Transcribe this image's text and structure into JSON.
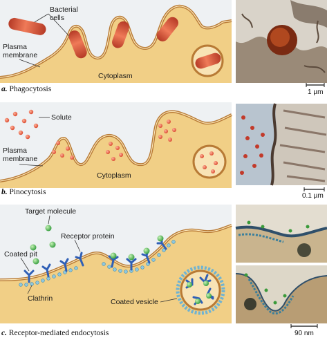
{
  "panels": {
    "a": {
      "letter": "a.",
      "caption": "Phagocytosis",
      "labels": {
        "bacterial_cells": "Bacterial\ncells",
        "plasma_membrane": "Plasma\nmembrane",
        "cytoplasm": "Cytoplasm"
      },
      "scale_bar": "1 µm"
    },
    "b": {
      "letter": "b.",
      "caption": "Pinocytosis",
      "labels": {
        "solute": "Solute",
        "plasma_membrane": "Plasma\nmembrane",
        "cytoplasm": "Cytoplasm"
      },
      "scale_bar": "0.1 µm"
    },
    "c": {
      "letter": "c.",
      "caption": "Receptor-mediated endocytosis",
      "labels": {
        "target_molecule": "Target molecule",
        "receptor_protein": "Receptor protein",
        "coated_pit": "Coated pit",
        "clathrin": "Clathrin",
        "coated_vesicle": "Coated vesicle"
      },
      "scale_bar": "90 nm"
    }
  },
  "colors": {
    "cytoplasm": "#f1cf86",
    "membrane": "#c8863a",
    "outside": "#eef1f3",
    "bacteria": "#d9553a",
    "solute": "#e76a4a",
    "target": "#55c05a",
    "receptor": "#2f5fb6",
    "clathrin": "#6fb3d2"
  }
}
